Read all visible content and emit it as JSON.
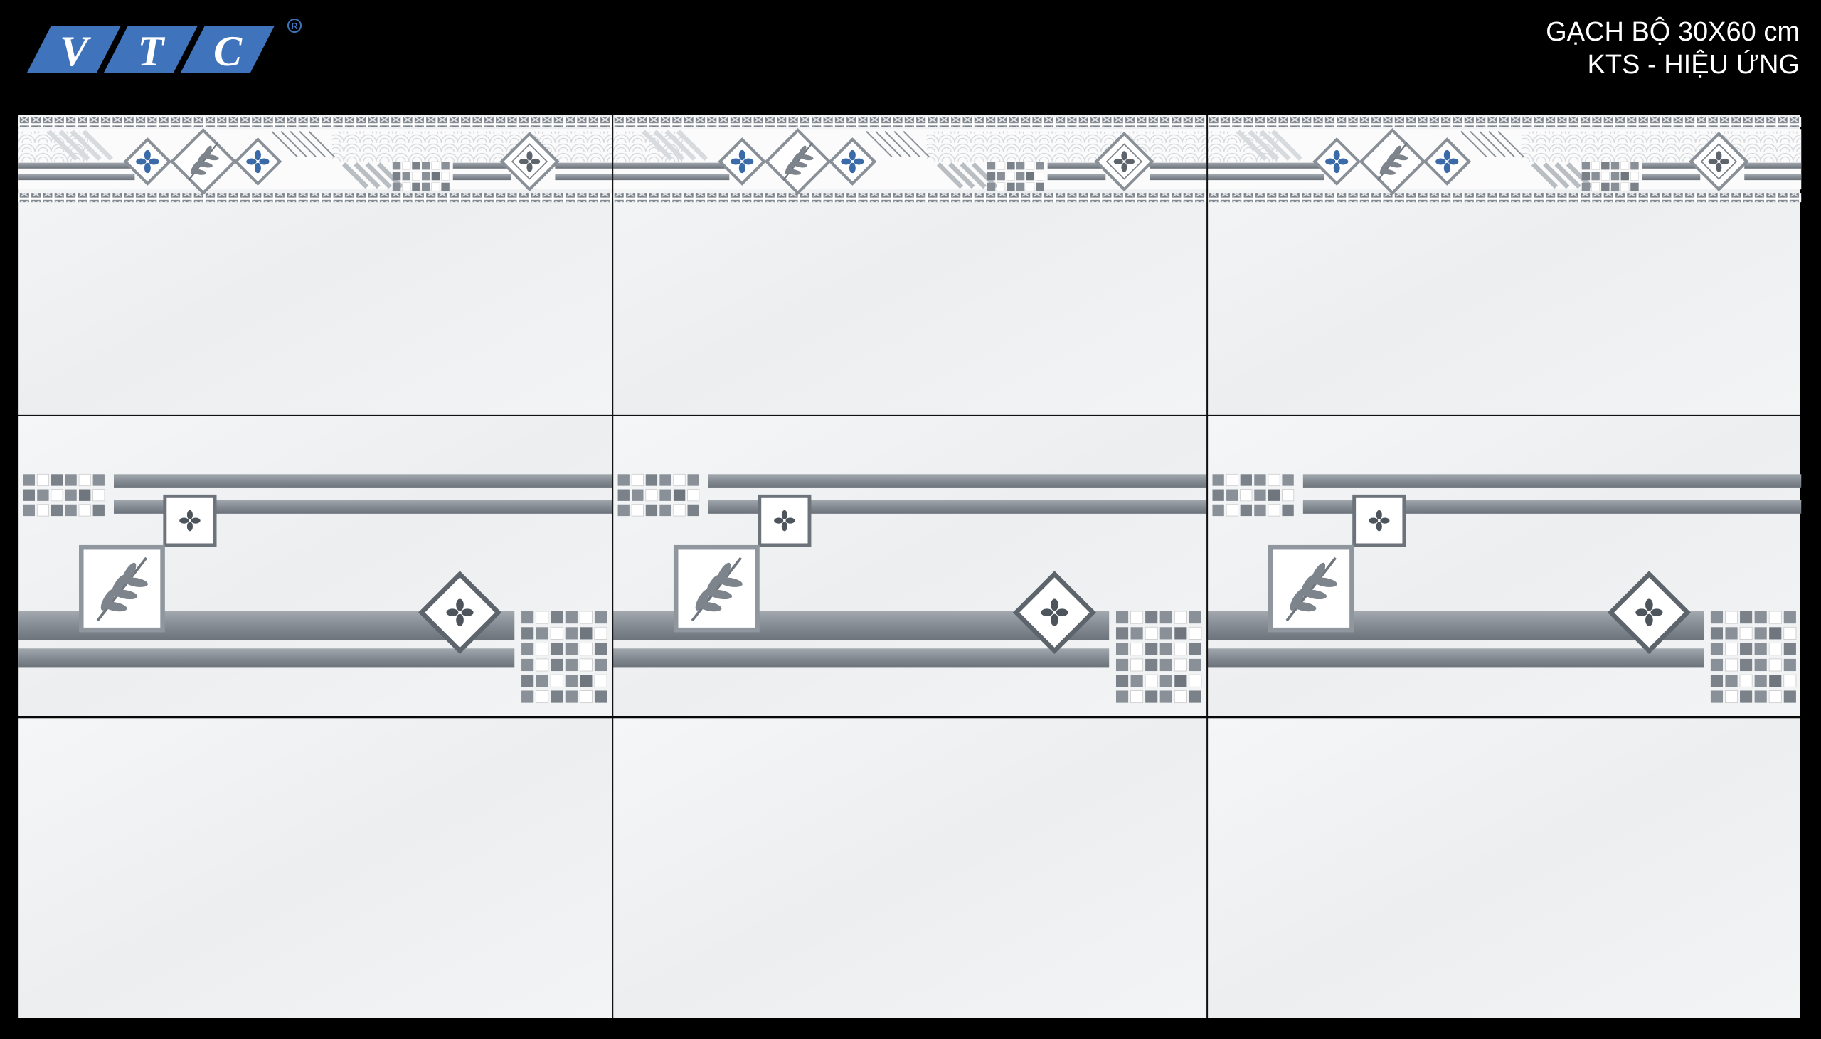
{
  "brand": {
    "logo_text": "VTC",
    "registered": "®",
    "color": "#3f74bd"
  },
  "header": {
    "line1": "GẠCH BỘ 30X60 cm",
    "line2": "KTS - HIỆU ỨNG"
  },
  "layout_info": {
    "columns": 3,
    "rows": [
      "border",
      "decor",
      "plain"
    ]
  },
  "colors": {
    "tile": "#f1f2f3",
    "gray": "#8a9097",
    "dark": "#5d646c",
    "blue": "#3a6aa8"
  }
}
